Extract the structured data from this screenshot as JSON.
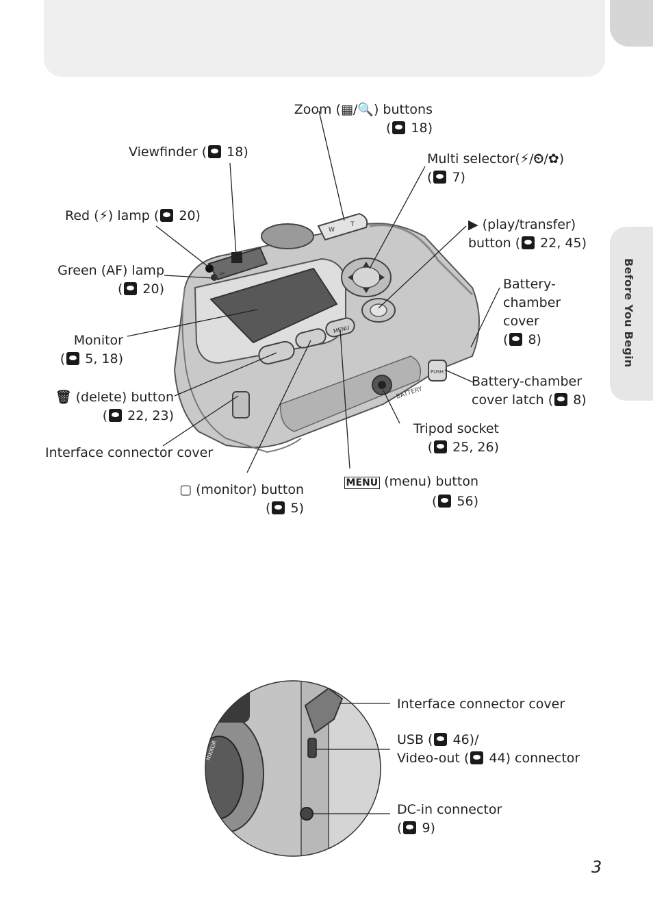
{
  "side_tab": "Before You Begin",
  "page_number": "3",
  "labels": {
    "zoom_a": "Zoom (",
    "zoom_b": "/",
    "zoom_c": ") buttons",
    "zoom_ref": " 18)",
    "viewfinder": "Viewfinder (",
    "viewfinder_ref": " 18)",
    "multi_a": "Multi selector(",
    "multi_b": ")",
    "multi_ref": " 7)",
    "red_a": "Red (",
    "red_b": ") lamp (",
    "red_ref": " 20)",
    "play_a": " (play/transfer)",
    "play_b": "button (",
    "play_ref": " 22, 45)",
    "green": "Green (AF) lamp",
    "green_ref": " 20)",
    "battery_cover_1": "Battery-",
    "battery_cover_2": "chamber",
    "battery_cover_3": "cover",
    "battery_cover_ref": " 8)",
    "monitor": "Monitor",
    "monitor_ref": " 5, 18)",
    "delete": " (delete) button",
    "delete_ref": " 22, 23)",
    "latch_1": "Battery-chamber",
    "latch_2": "cover latch (",
    "latch_ref": " 8)",
    "interface_cover": "Interface connector cover",
    "tripod": "Tripod socket",
    "tripod_ref": " 25, 26)",
    "monitor_button": " (monitor) button",
    "monitor_button_ref": " 5)",
    "menu_button": " (menu) button",
    "menu_button_ref": " 56)",
    "interface_cover_2": "Interface connector cover",
    "usb_a": "USB (",
    "usb_ref": " 46)/",
    "video_a": "Video-out (",
    "video_ref": " 44) connector",
    "dcin": "DC-in connector",
    "dcin_ref": " 9)"
  },
  "glyphs": {
    "open_paren": "(",
    "flash": "⚡",
    "slash": "/",
    "timer": "⏲",
    "macro": "✿",
    "play": "▶",
    "trash": "🗑",
    "monitor": "▢",
    "menu": "MENU",
    "wide": "▦",
    "tele": "🔍"
  },
  "camera_text": {
    "w": "W",
    "t": "T",
    "af": "AF",
    "battery": "BATTERY",
    "menu": "MENU",
    "push": "PUSH",
    "nikkor": "NIKKOR"
  },
  "icons": [
    "page-reference-icon",
    "flash-icon",
    "self-timer-icon",
    "macro-icon",
    "play-icon",
    "trash-icon",
    "monitor-icon",
    "menu-icon",
    "wide-icon",
    "tele-icon"
  ]
}
